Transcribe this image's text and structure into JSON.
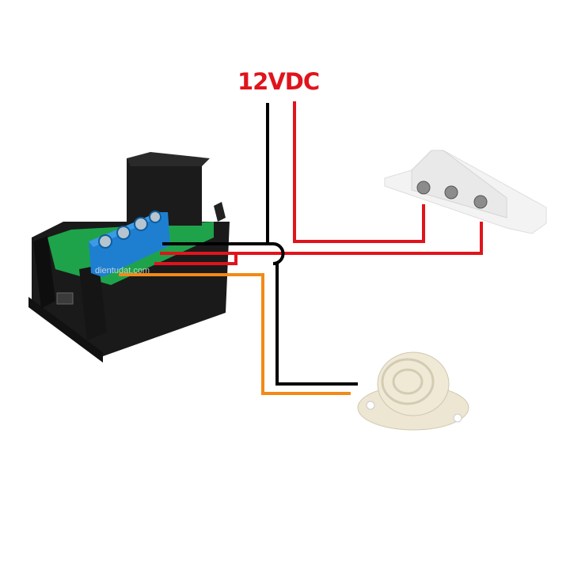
{
  "diagram": {
    "supply_label": "12VDC",
    "watermark": "dientudat.com",
    "components": [
      "thermostat-relay-module",
      "magnetic-door-switch",
      "piezo-buzzer"
    ],
    "colors": {
      "supply_label": "#e0141c",
      "wire_black": "#000000",
      "wire_red": "#e0141c",
      "wire_orange": "#f28a17",
      "terminal_blue": "#1e7fd0",
      "pcb_green": "#1ea34a"
    }
  }
}
